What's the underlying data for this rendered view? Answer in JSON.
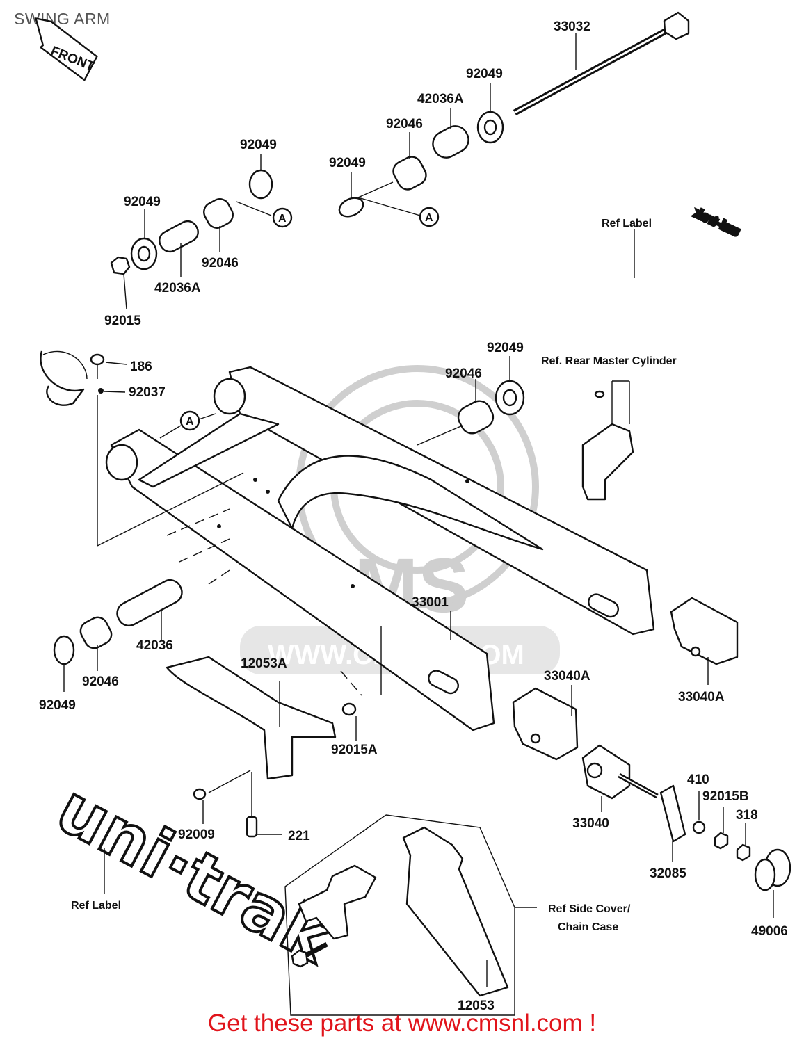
{
  "title": "SWING ARM",
  "footer": "Get these parts at www.cmsnl.com !",
  "watermark": {
    "brand": "CMS",
    "url": "WWW.CMSNL.COM"
  },
  "front_arrow": "FRONT",
  "decals": {
    "upper": "uni-trak",
    "lower": "uni·trak"
  },
  "callouts": {
    "c33032": "33032",
    "c92049_a": "92049",
    "c42036A_a": "42036A",
    "c92046_a": "92046",
    "c92049_b": "92049",
    "c92049_c": "92049",
    "c92049_d": "92049",
    "c92046_b": "92046",
    "c42036A_b": "42036A",
    "c92015": "92015",
    "ref_label_top": "Ref Label",
    "c186": "186",
    "c92037": "92037",
    "c92046_c": "92046",
    "c92049_e": "92049",
    "ref_rear_master": "Ref. Rear Master Cylinder",
    "c33001": "33001",
    "c42036": "42036",
    "c92046_d": "92046",
    "c92049_f": "92049",
    "c12053A": "12053A",
    "c92015A": "92015A",
    "c33040A_a": "33040A",
    "c33040A_b": "33040A",
    "c33040": "33040",
    "c410": "410",
    "c92015B": "92015B",
    "c318": "318",
    "c32085": "32085",
    "c49006": "49006",
    "c92009": "92009",
    "c221": "221",
    "ref_label_bottom": "Ref Label",
    "ref_side_cover_1": "Ref Side Cover/",
    "ref_side_cover_2": "Chain Case",
    "c12053": "12053",
    "marker_a1": "A",
    "marker_a2": "A",
    "marker_a3": "A"
  }
}
